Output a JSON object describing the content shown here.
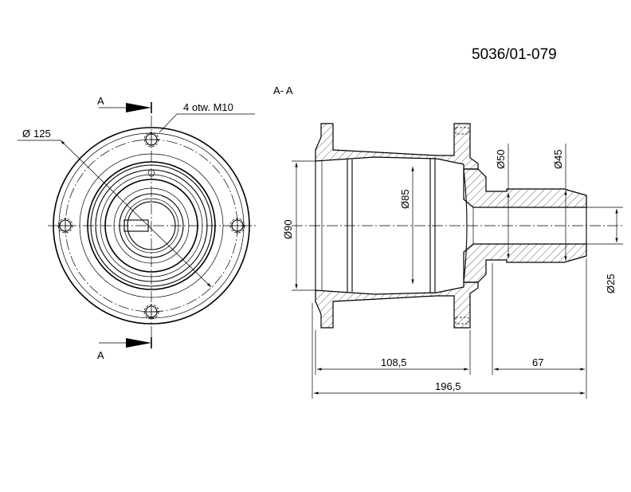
{
  "drawing": {
    "number": "5036/01-079",
    "section_title": "A- A",
    "section_marks": [
      "A",
      "A"
    ],
    "hole_note": "4 otw. M10",
    "flange_diameter": "125",
    "diameters": {
      "bore": "90",
      "inner": "85",
      "shaft_large": "50",
      "shaft_mid": "45",
      "shaft_small": "25"
    },
    "lengths": {
      "body": "108,5",
      "shaft": "67",
      "overall": "196,5"
    },
    "diameter_symbol": "Ø"
  }
}
